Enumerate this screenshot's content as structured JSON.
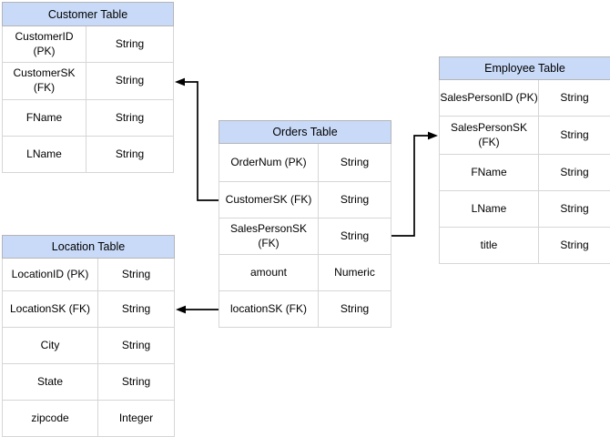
{
  "canvas": {
    "background": "#FFFFFF"
  },
  "colors": {
    "header_fill": "#C9DAF8",
    "header_border": "#B5B5B5",
    "cell_border": "#D6D6D6",
    "connector": "#000000",
    "text": "#000000"
  },
  "tables": {
    "customer": {
      "title": "Customer Table",
      "rows": [
        {
          "field": "CustomerID (PK)",
          "type": "String"
        },
        {
          "field": "CustomerSK\n(FK)",
          "type": "String"
        },
        {
          "field": "FName",
          "type": "String"
        },
        {
          "field": "LName",
          "type": "String"
        }
      ]
    },
    "orders": {
      "title": "Orders Table",
      "rows": [
        {
          "field": "OrderNum (PK)",
          "type": "String"
        },
        {
          "field": "CustomerSK (FK)",
          "type": "String"
        },
        {
          "field": "SalesPersonSK\n(FK)",
          "type": "String"
        },
        {
          "field": "amount",
          "type": "Numeric"
        },
        {
          "field": "locationSK (FK)",
          "type": "String"
        }
      ]
    },
    "employee": {
      "title": "Employee Table",
      "rows": [
        {
          "field": "SalesPersonID (PK)",
          "type": "String"
        },
        {
          "field": "SalesPersonSK\n(FK)",
          "type": "String"
        },
        {
          "field": "FName",
          "type": "String"
        },
        {
          "field": "LName",
          "type": "String"
        },
        {
          "field": "title",
          "type": "String"
        }
      ]
    },
    "location": {
      "title": "Location Table",
      "rows": [
        {
          "field": "LocationID (PK)",
          "type": "String"
        },
        {
          "field": "LocationSK (FK)",
          "type": "String"
        },
        {
          "field": "City",
          "type": "String"
        },
        {
          "field": "State",
          "type": "String"
        },
        {
          "field": "zipcode",
          "type": "Integer"
        }
      ]
    }
  },
  "relationships": [
    {
      "from_table": "Orders Table",
      "from_field": "CustomerSK (FK)",
      "to_table": "Customer Table",
      "to_field": "CustomerSK (FK)"
    },
    {
      "from_table": "Orders Table",
      "from_field": "SalesPersonSK (FK)",
      "to_table": "Employee Table",
      "to_field": "SalesPersonSK (FK)"
    },
    {
      "from_table": "Orders Table",
      "from_field": "locationSK (FK)",
      "to_table": "Location Table",
      "to_field": "LocationSK (FK)"
    }
  ]
}
